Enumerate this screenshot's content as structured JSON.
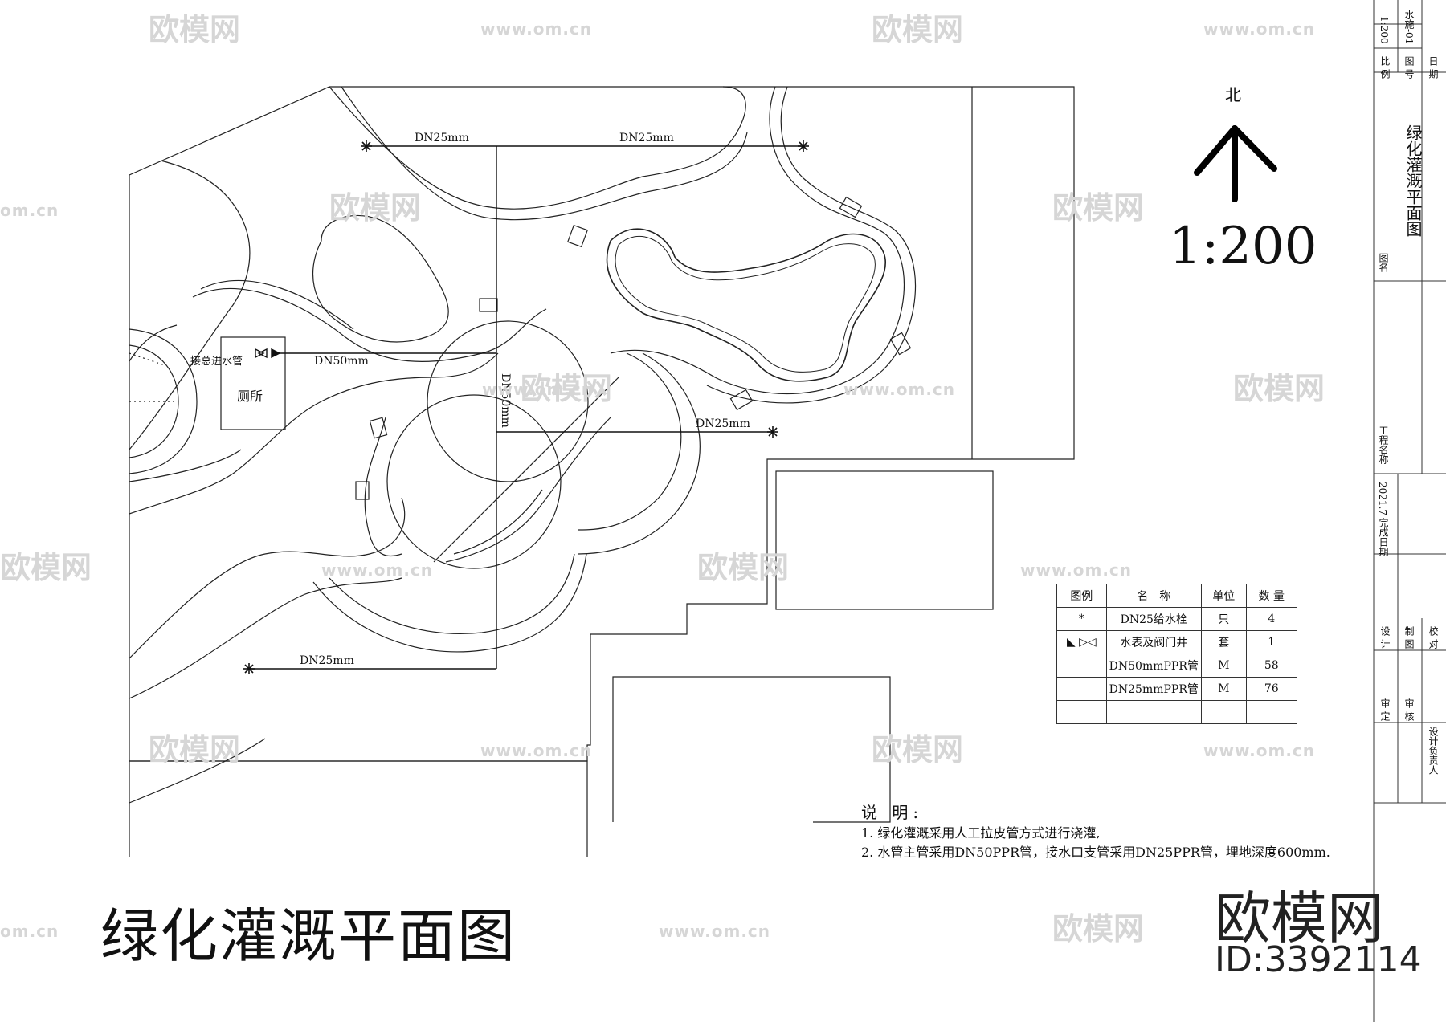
{
  "drawing": {
    "title": "绿化灌溉平面图",
    "scale": "1:200",
    "north": "北"
  },
  "plan_labels": {
    "dn25_a": "DN25mm",
    "dn25_b": "DN25mm",
    "dn25_c": "DN25mm",
    "dn25_d": "DN25mm",
    "dn50_h": "DN50mm",
    "dn50_v": "DN50mm",
    "inlet": "接总进水管",
    "toilet": "厕所"
  },
  "legend": {
    "headers": [
      "图例",
      "名　称",
      "单位",
      "数 量"
    ],
    "rows": [
      {
        "symbol": "*",
        "name": "DN25给水栓",
        "unit": "只",
        "qty": "4"
      },
      {
        "symbol": "◣ ▷◁",
        "name": "水表及阀门井",
        "unit": "套",
        "qty": "1"
      },
      {
        "symbol": "",
        "name": "DN50mmPPR管",
        "unit": "M",
        "qty": "58"
      },
      {
        "symbol": "",
        "name": "DN25mmPPR管",
        "unit": "M",
        "qty": "76"
      },
      {
        "symbol": "",
        "name": "",
        "unit": "",
        "qty": ""
      }
    ]
  },
  "notes": {
    "heading": "说 明:",
    "items": [
      "1. 绿化灌溉采用人工拉皮管方式进行浇灌,",
      "2. 水管主管采用DN50PPR管，接水口支管采用DN25PPR管，埋地深度600mm."
    ]
  },
  "title_block": {
    "scale_label": "比 例",
    "scale_value": "1:200",
    "drawing_no_label": "图 号",
    "drawing_no_value": "水施-01",
    "date_label": "日 期",
    "name_label": "图名",
    "name_value": "绿化灌溉平面图",
    "project_label": "工程名称",
    "date_value": "2021.7",
    "completion_label": "完成日期",
    "design": "设 计",
    "draw": "制 图",
    "check": "校 对",
    "review": "审 定",
    "audit": "审 核",
    "lead": "设计负责人"
  },
  "watermark": {
    "brand": "欧模网",
    "url": "www.om.cn",
    "url_short": "om.cn",
    "id": "ID:3392114"
  }
}
